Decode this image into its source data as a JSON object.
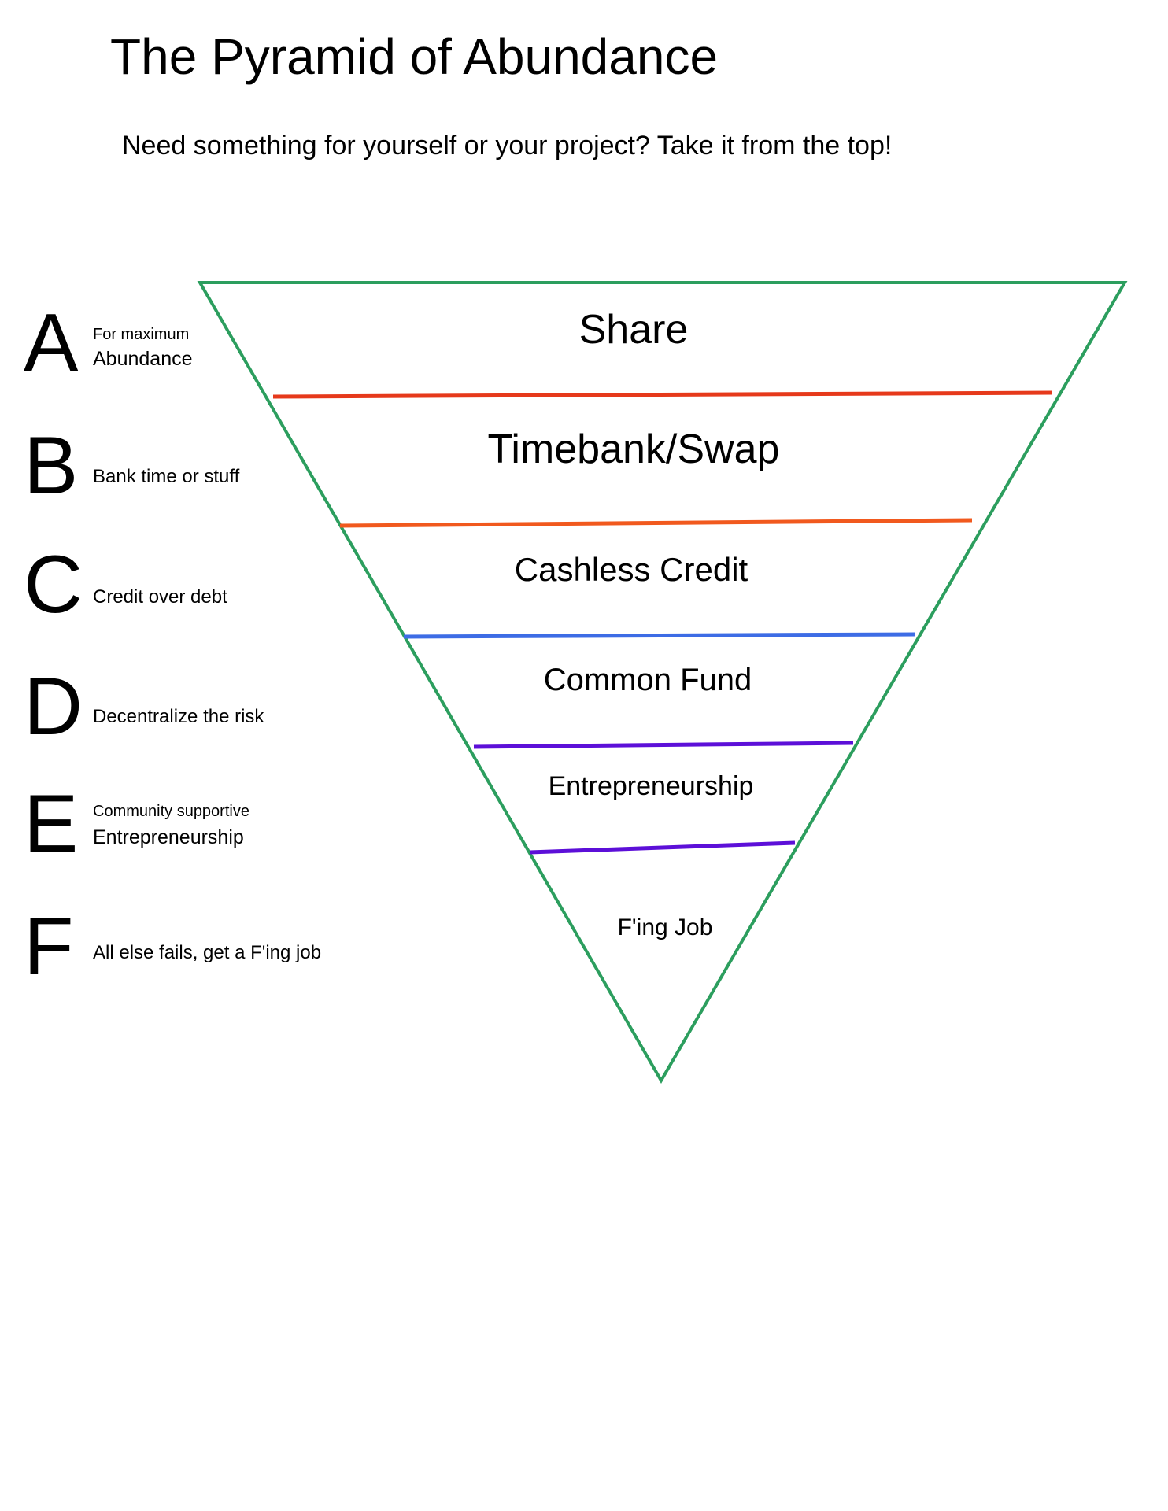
{
  "header": {
    "title": "The Pyramid of Abundance",
    "subtitle": "Need something for yourself or your project? Take it from the top!"
  },
  "pyramid": {
    "shape": "inverted-triangle",
    "levels": [
      {
        "label": "Share"
      },
      {
        "label": "Timebank/Swap"
      },
      {
        "label": "Cashless Credit"
      },
      {
        "label": "Common Fund"
      },
      {
        "label": "Entrepreneurship"
      },
      {
        "label": "F'ing Job"
      }
    ]
  },
  "legend": [
    {
      "letter": "A",
      "small": "For maximum",
      "text": "Abundance"
    },
    {
      "letter": "B",
      "text": "Bank time or stuff"
    },
    {
      "letter": "C",
      "text": "Credit over debt"
    },
    {
      "letter": "D",
      "text": "Decentralize the risk"
    },
    {
      "letter": "E",
      "small": "Community supportive",
      "text": "Entrepreneurship"
    },
    {
      "letter": "F",
      "text": "All else fails, get a F'ing job"
    }
  ],
  "colors": {
    "background": "#ffffff",
    "text": "#000000",
    "triangle_outline": "#2c9e5e",
    "divider_share_timebank": "#e6391b",
    "divider_timebank_cashless": "#f1591e",
    "divider_cashless_commonfund": "#3d6ce5",
    "divider_commonfund_entrepreneurship": "#5c0fd8",
    "divider_entrepreneurship_job": "#5c0fd8"
  }
}
